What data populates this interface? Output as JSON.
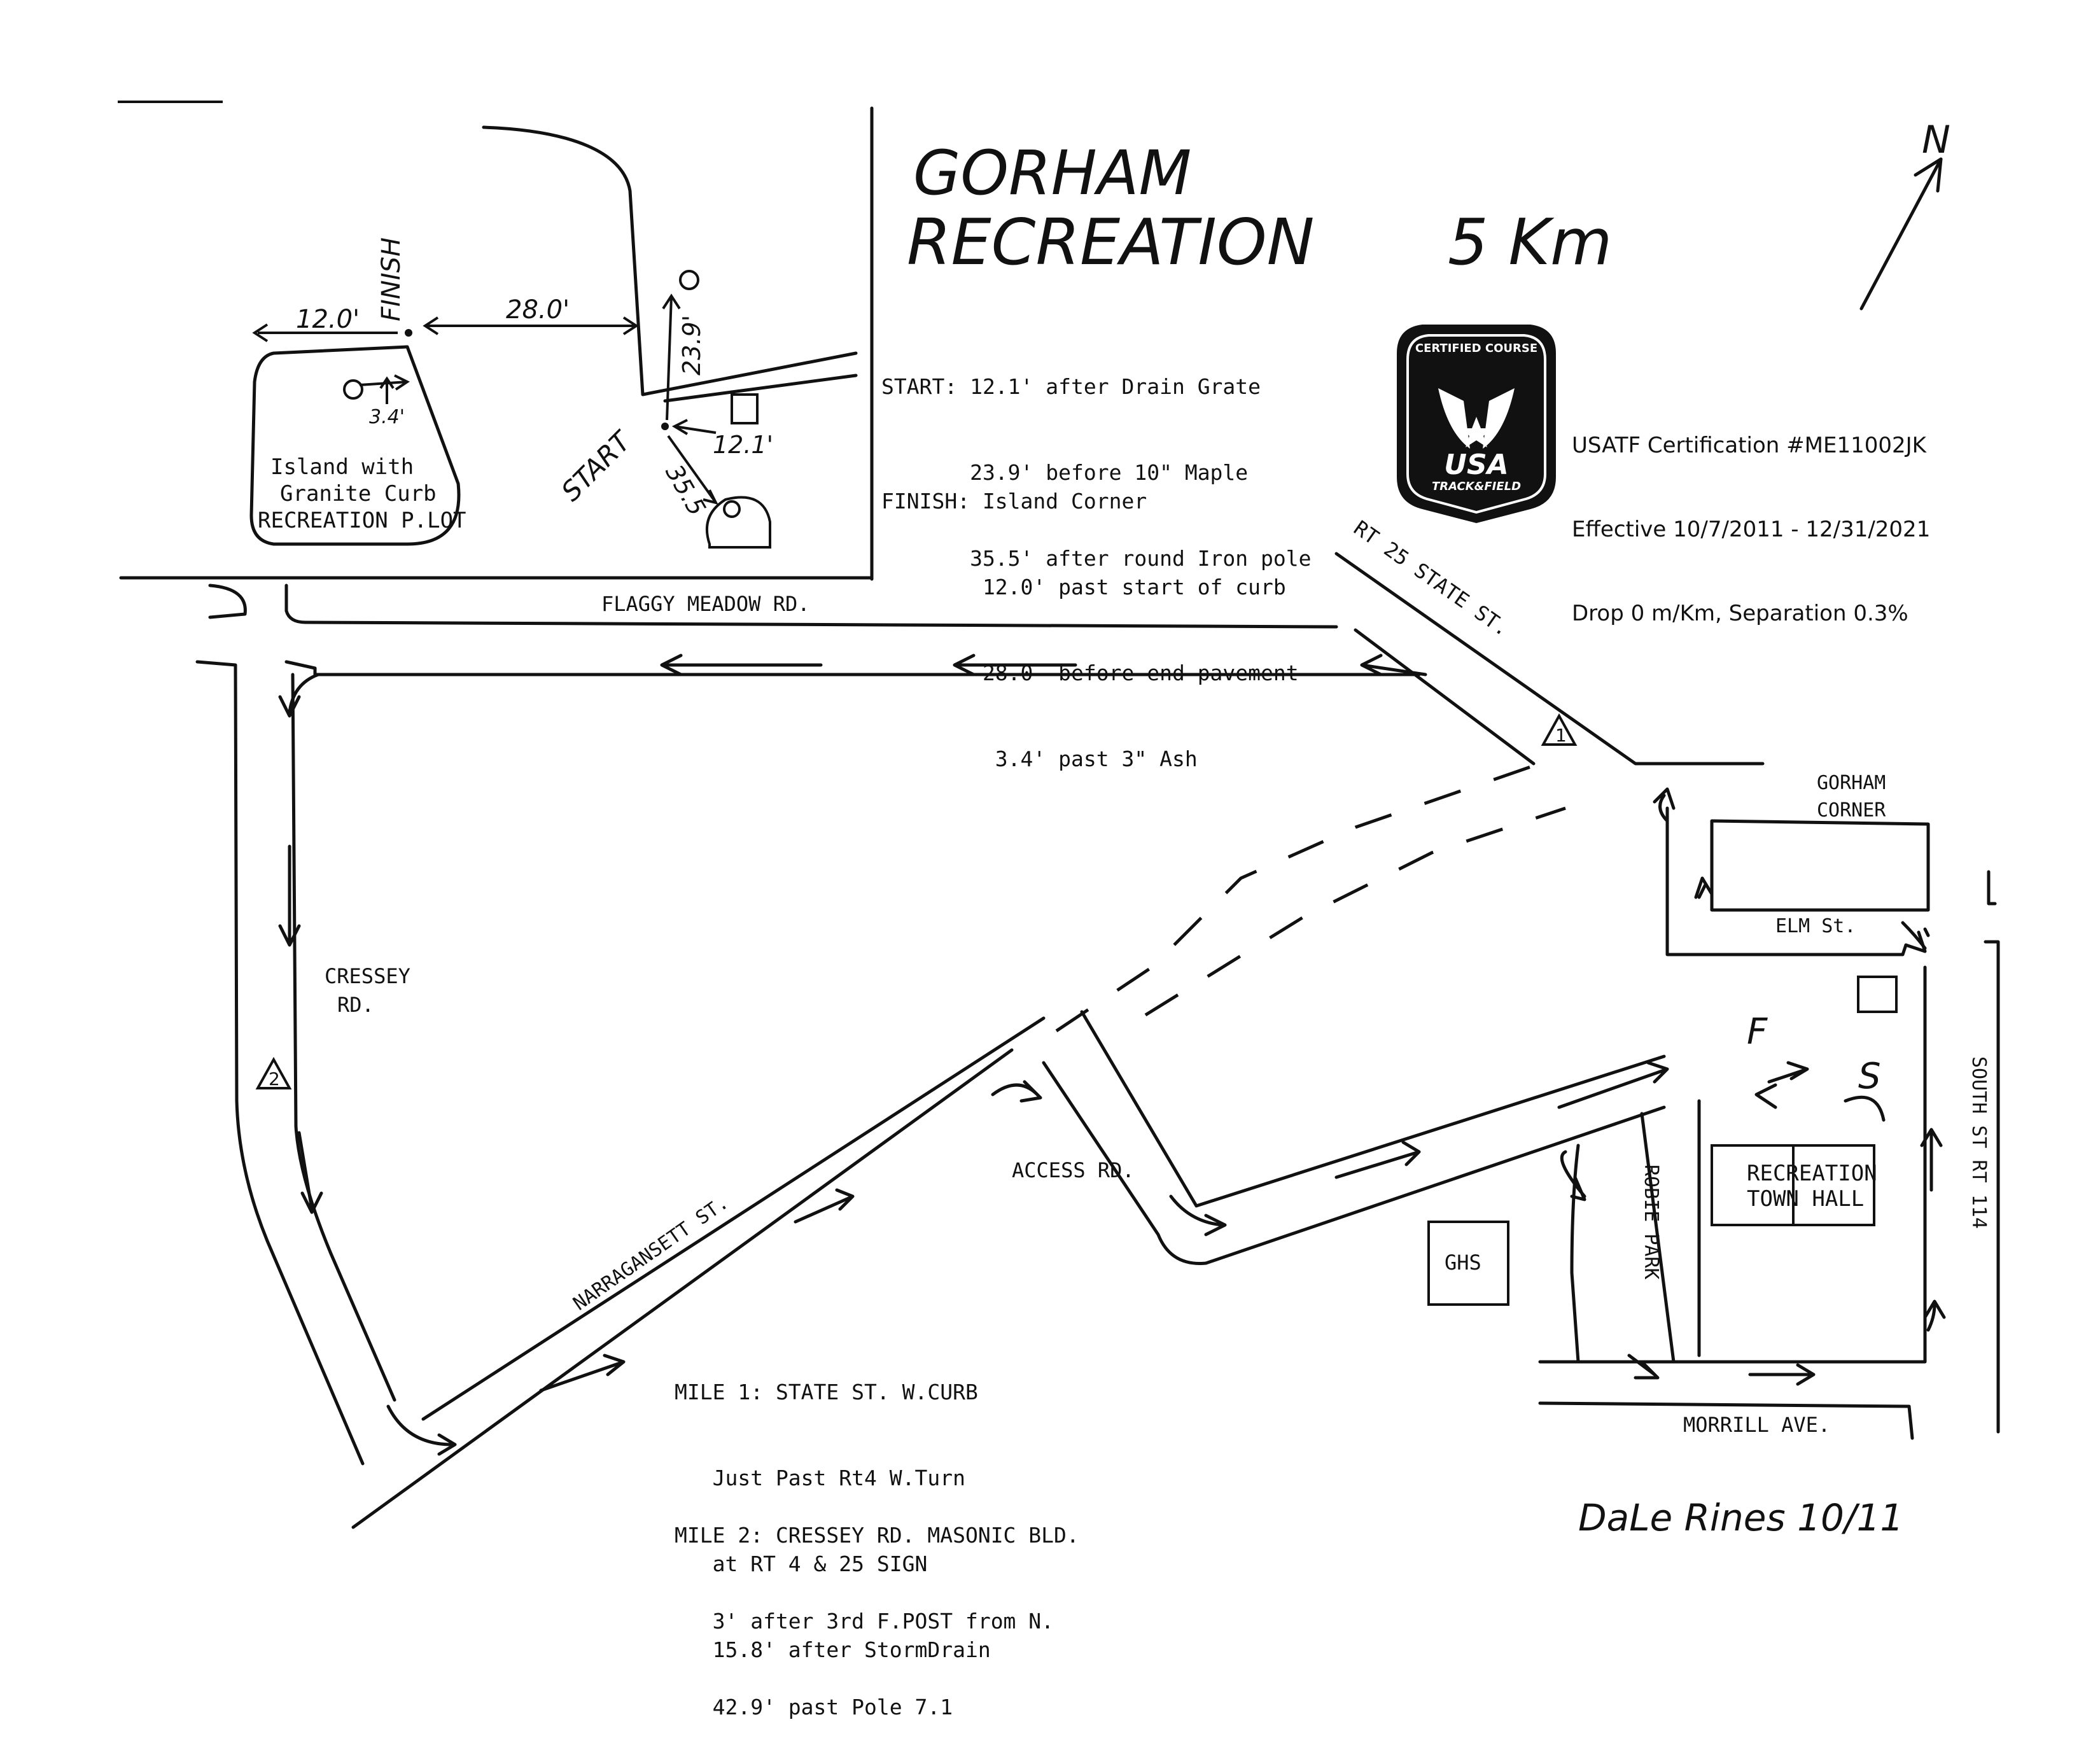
{
  "title": {
    "line1": "GORHAM",
    "line2": "RECREATION",
    "distance": "5 Km"
  },
  "north_label": "N",
  "start_notes": [
    "START: 12.1' after Drain Grate",
    "       23.9' before 10\" Maple",
    "       35.5' after round Iron pole"
  ],
  "finish_notes": [
    "FINISH: Island Corner",
    "        12.0' past start of curb",
    "        28.0  before end pavement",
    "         3.4' past 3\" Ash"
  ],
  "certification": {
    "number": "USATF Certification #ME11002JK",
    "effective": "Effective 10/7/2011 - 12/31/2021",
    "drop": "Drop 0 m/Km, Separation 0.3%"
  },
  "badge": {
    "top": "CERTIFIED COURSE",
    "usa": "USA",
    "tf": "TRACK&FIELD"
  },
  "inset": {
    "finish": "FINISH",
    "start": "START",
    "d_12_0": "12.0'",
    "d_28_0": "28.0'",
    "d_23_9": "23.9'",
    "d_12_1": "12.1'",
    "d_35_5": "35.5",
    "d_3_4": "3.4'",
    "island1": "Island with",
    "island2": "Granite Curb",
    "island3": "RECREATION P.LOT"
  },
  "streets": {
    "flaggy": "FLAGGY MEADOW RD.",
    "rt25": "RT 25  STATE ST.",
    "gorham_corner1": "GORHAM",
    "gorham_corner2": "CORNER",
    "elm": "ELM St.",
    "cressey1": "CRESSEY",
    "cressey2": "RD.",
    "narragansett": "NARRAGANSETT ST.",
    "access": "ACCESS RD.",
    "south": "SOUTH ST RT 114",
    "robie": "ROBIE PARK",
    "morrill": "MORRILL AVE."
  },
  "buildings": {
    "ghs": "GHS",
    "rec1": "RECREATION",
    "rec2": "TOWN HALL"
  },
  "markers": {
    "mile1": "1",
    "mile2": "2",
    "finish": "F",
    "start": "S"
  },
  "mile1_notes": [
    "MILE 1: STATE ST. W.CURB",
    "   Just Past Rt4 W.Turn",
    "   at RT 4 & 25 SIGN",
    "   15.8' after StormDrain"
  ],
  "mile2_notes": [
    "MILE 2: CRESSEY RD. MASONIC BLD.",
    "   3' after 3rd F.POST from N.",
    "   42.9' past Pole 7.1"
  ],
  "signature": "DaLe Rines  10/11",
  "colors": {
    "ink": "#111111",
    "badge": "#111111",
    "paper": "#ffffff"
  }
}
